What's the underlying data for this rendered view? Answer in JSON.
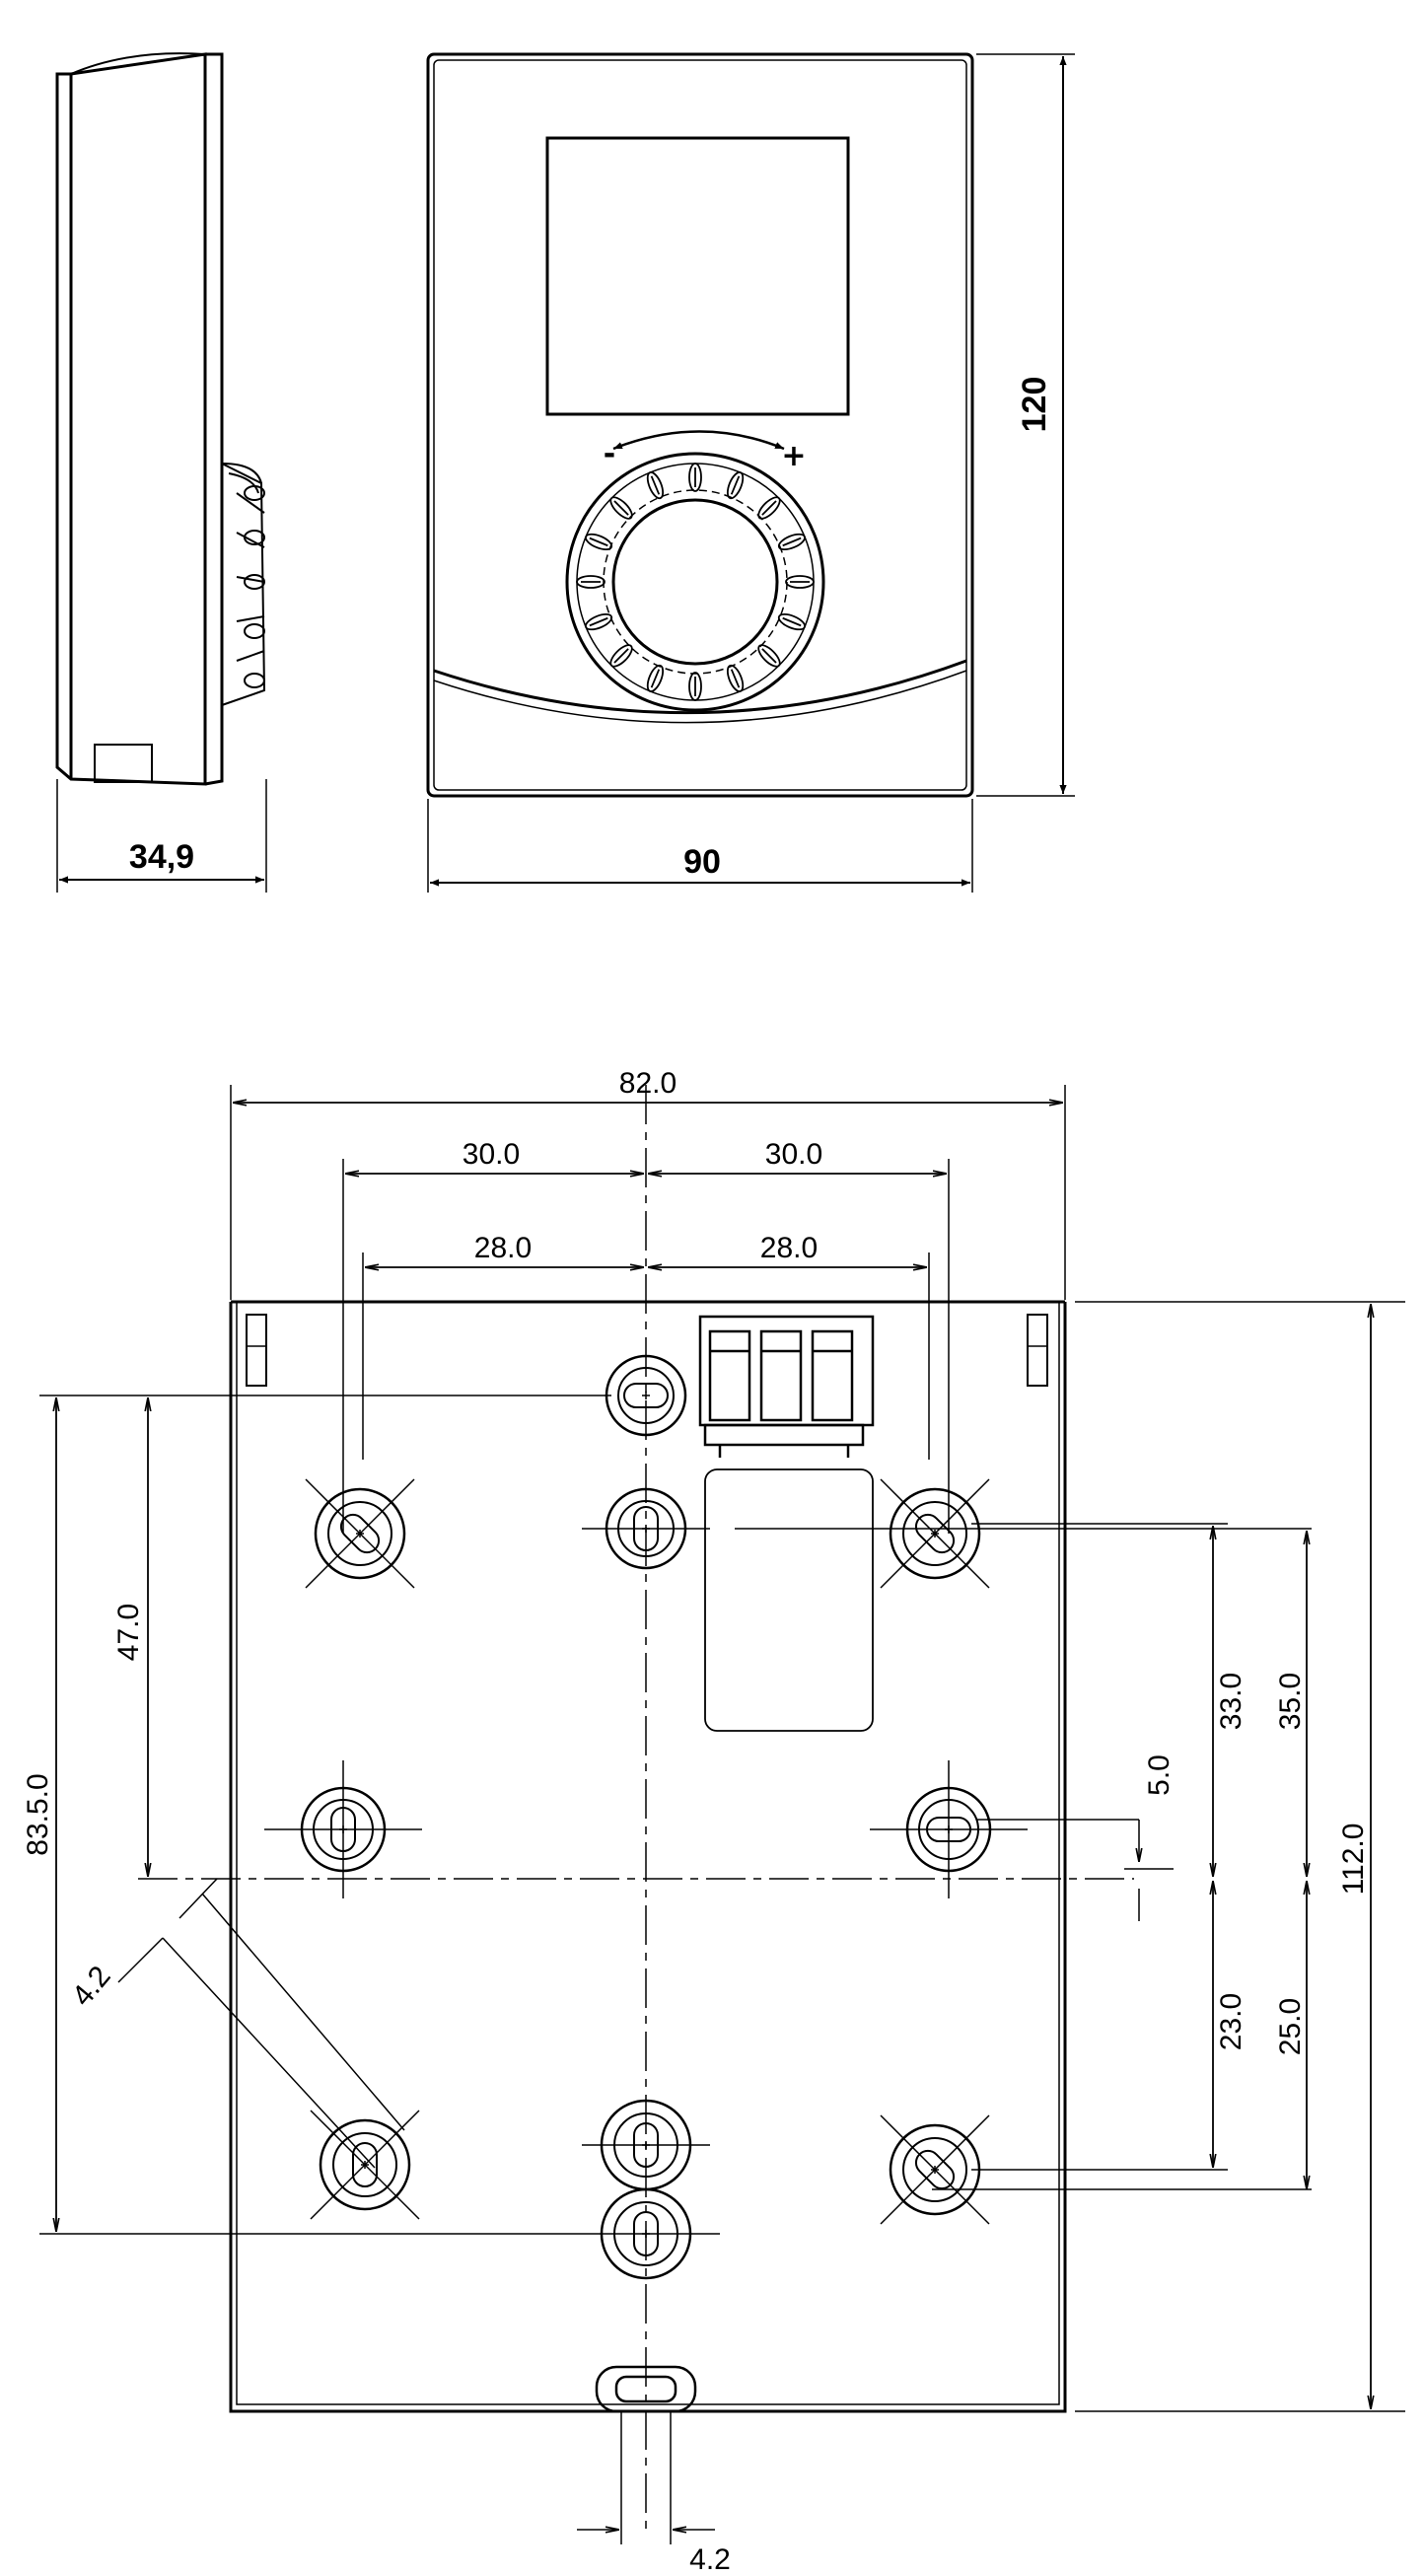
{
  "front_view": {
    "depth_label": "34,9",
    "width_label": "90",
    "height_label": "120",
    "minus_symbol": "-",
    "plus_symbol": "+"
  },
  "back_view": {
    "overall_width": "82.0",
    "left_spacing_outer": "30.0",
    "right_spacing_outer": "30.0",
    "left_spacing_inner": "28.0",
    "right_spacing_inner": "28.0",
    "left_vertical": "47.0",
    "far_left_vertical": "83.5.0",
    "hole_diameter_left": "4.2",
    "offset_small": "5.0",
    "upper_right_inner": "33.0",
    "upper_right_outer": "35.0",
    "lower_right_inner": "23.0",
    "lower_right_outer": "25.0",
    "overall_height": "112.0",
    "slot_width_bottom": "4.2"
  },
  "colors": {
    "line": "#000000",
    "background": "#ffffff"
  }
}
